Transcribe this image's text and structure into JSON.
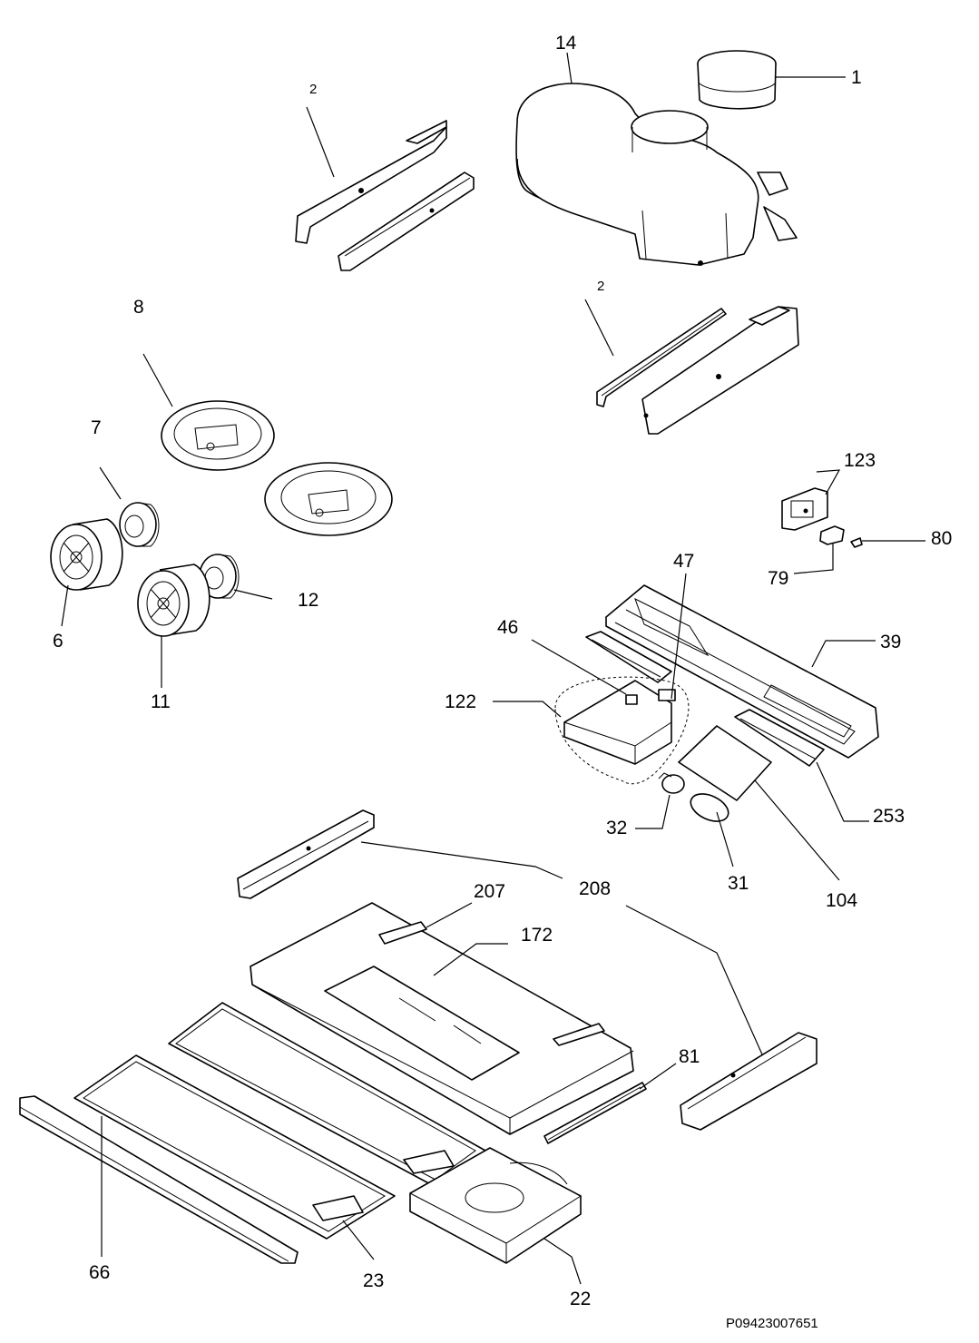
{
  "drawing_code": "P09423007651",
  "labels": {
    "l1": "1",
    "l2a": "2",
    "l2b": "2",
    "l14": "14",
    "l8": "8",
    "l7": "7",
    "l6": "6",
    "l11": "11",
    "l12": "12",
    "l123": "123",
    "l80": "80",
    "l79": "79",
    "l47": "47",
    "l46": "46",
    "l39": "39",
    "l122": "122",
    "l253": "253",
    "l32": "32",
    "l31": "31",
    "l104": "104",
    "l207": "207",
    "l208": "208",
    "l172": "172",
    "l81": "81",
    "l66": "66",
    "l23": "23",
    "l22": "22"
  }
}
